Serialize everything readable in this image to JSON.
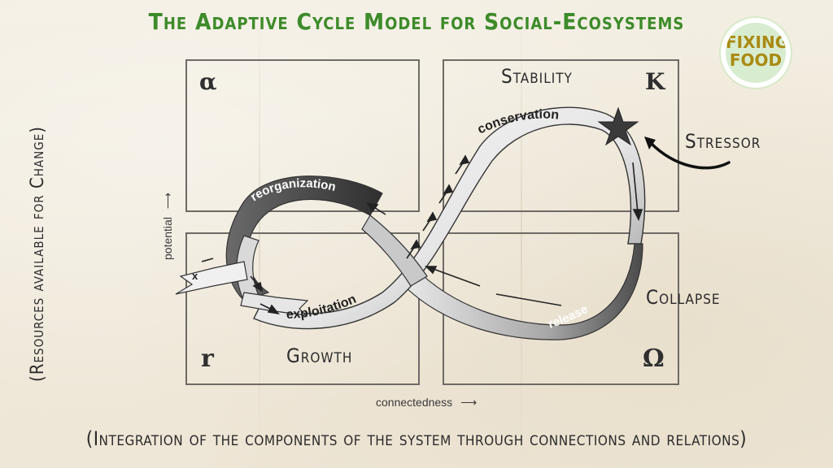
{
  "title": "The Adaptive Cycle Model for Social-Ecosystems",
  "logo": {
    "text_top": "FIXING",
    "text_bottom": "FOOD"
  },
  "corners": {
    "alpha": "α",
    "k": "K",
    "r": "r",
    "omega": "Ω"
  },
  "quadrant_labels": {
    "stability": "Stability",
    "growth": "Growth",
    "collapse": "Collapse"
  },
  "stressor": "Stressor",
  "phases": {
    "conservation": "conservation",
    "reorganization": "reorganization",
    "exploitation": "exploitation",
    "release": "release",
    "exit": "x"
  },
  "axes": {
    "y_label": "potential",
    "x_label": "connectedness"
  },
  "side_caption": "(Resources available for Change)",
  "bottom_caption": "(Integration of the components of the system through connections and relations)",
  "colors": {
    "title_green": "#3d8b2a",
    "ribbon_dark": "#555555",
    "ribbon_light": "#f2f2f2",
    "box_border": "#6e6a65",
    "star": "#3a3a3a"
  },
  "icons": {
    "stressor_arrow": "curved-arrow-icon",
    "star": "star-icon"
  }
}
